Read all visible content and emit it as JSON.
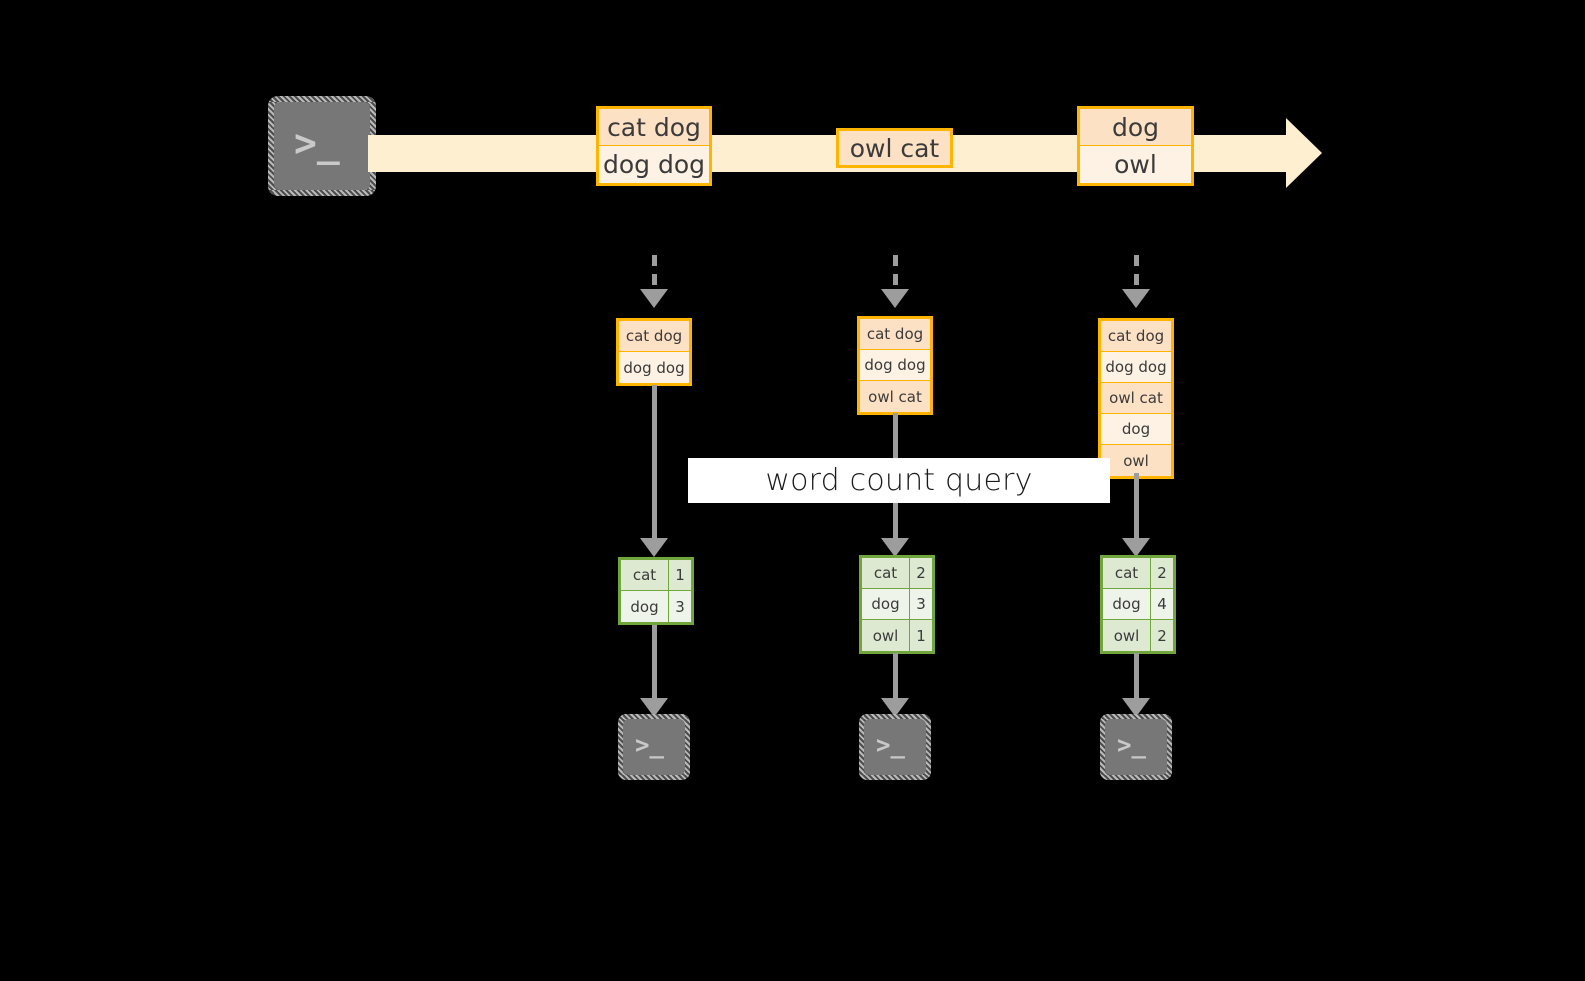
{
  "diagram": {
    "title": "word count query",
    "background_color": "#000000",
    "colors": {
      "event_border": "#ffb400",
      "event_fill_dark": "#fde1c4",
      "event_fill_light": "#fdf2e4",
      "stream_fill": "#fdefd0",
      "result_border": "#70a63c",
      "result_fill_dark": "#dde9d0",
      "result_fill_light": "#eff4ea",
      "arrow_gray": "#9d9d9d",
      "terminal_gray": "#777777",
      "banner_bg": "#ffffff"
    }
  },
  "source": {
    "icon": "terminal-icon",
    "glyph": ">_"
  },
  "stream": {
    "name": "event-stream-arrow",
    "events": [
      {
        "lines": [
          "cat dog",
          "dog dog"
        ]
      },
      {
        "lines": [
          "owl cat"
        ]
      },
      {
        "lines": [
          "dog",
          "owl"
        ]
      }
    ]
  },
  "columns": [
    {
      "accumulated": [
        "cat dog",
        "dog dog"
      ],
      "result": {
        "rows": [
          {
            "word": "cat",
            "count": "1"
          },
          {
            "word": "dog",
            "count": "3"
          }
        ]
      },
      "sink": {
        "icon": "terminal-icon",
        "glyph": ">_"
      }
    },
    {
      "accumulated": [
        "cat dog",
        "dog dog",
        "owl cat"
      ],
      "result": {
        "rows": [
          {
            "word": "cat",
            "count": "2"
          },
          {
            "word": "dog",
            "count": "3"
          },
          {
            "word": "owl",
            "count": "1"
          }
        ]
      },
      "sink": {
        "icon": "terminal-icon",
        "glyph": ">_"
      }
    },
    {
      "accumulated": [
        "cat dog",
        "dog dog",
        "owl cat",
        "dog",
        "owl"
      ],
      "result": {
        "rows": [
          {
            "word": "cat",
            "count": "2"
          },
          {
            "word": "dog",
            "count": "4"
          },
          {
            "word": "owl",
            "count": "2"
          }
        ]
      },
      "sink": {
        "icon": "terminal-icon",
        "glyph": ">_"
      }
    }
  ],
  "banner": {
    "label": "word count query"
  }
}
